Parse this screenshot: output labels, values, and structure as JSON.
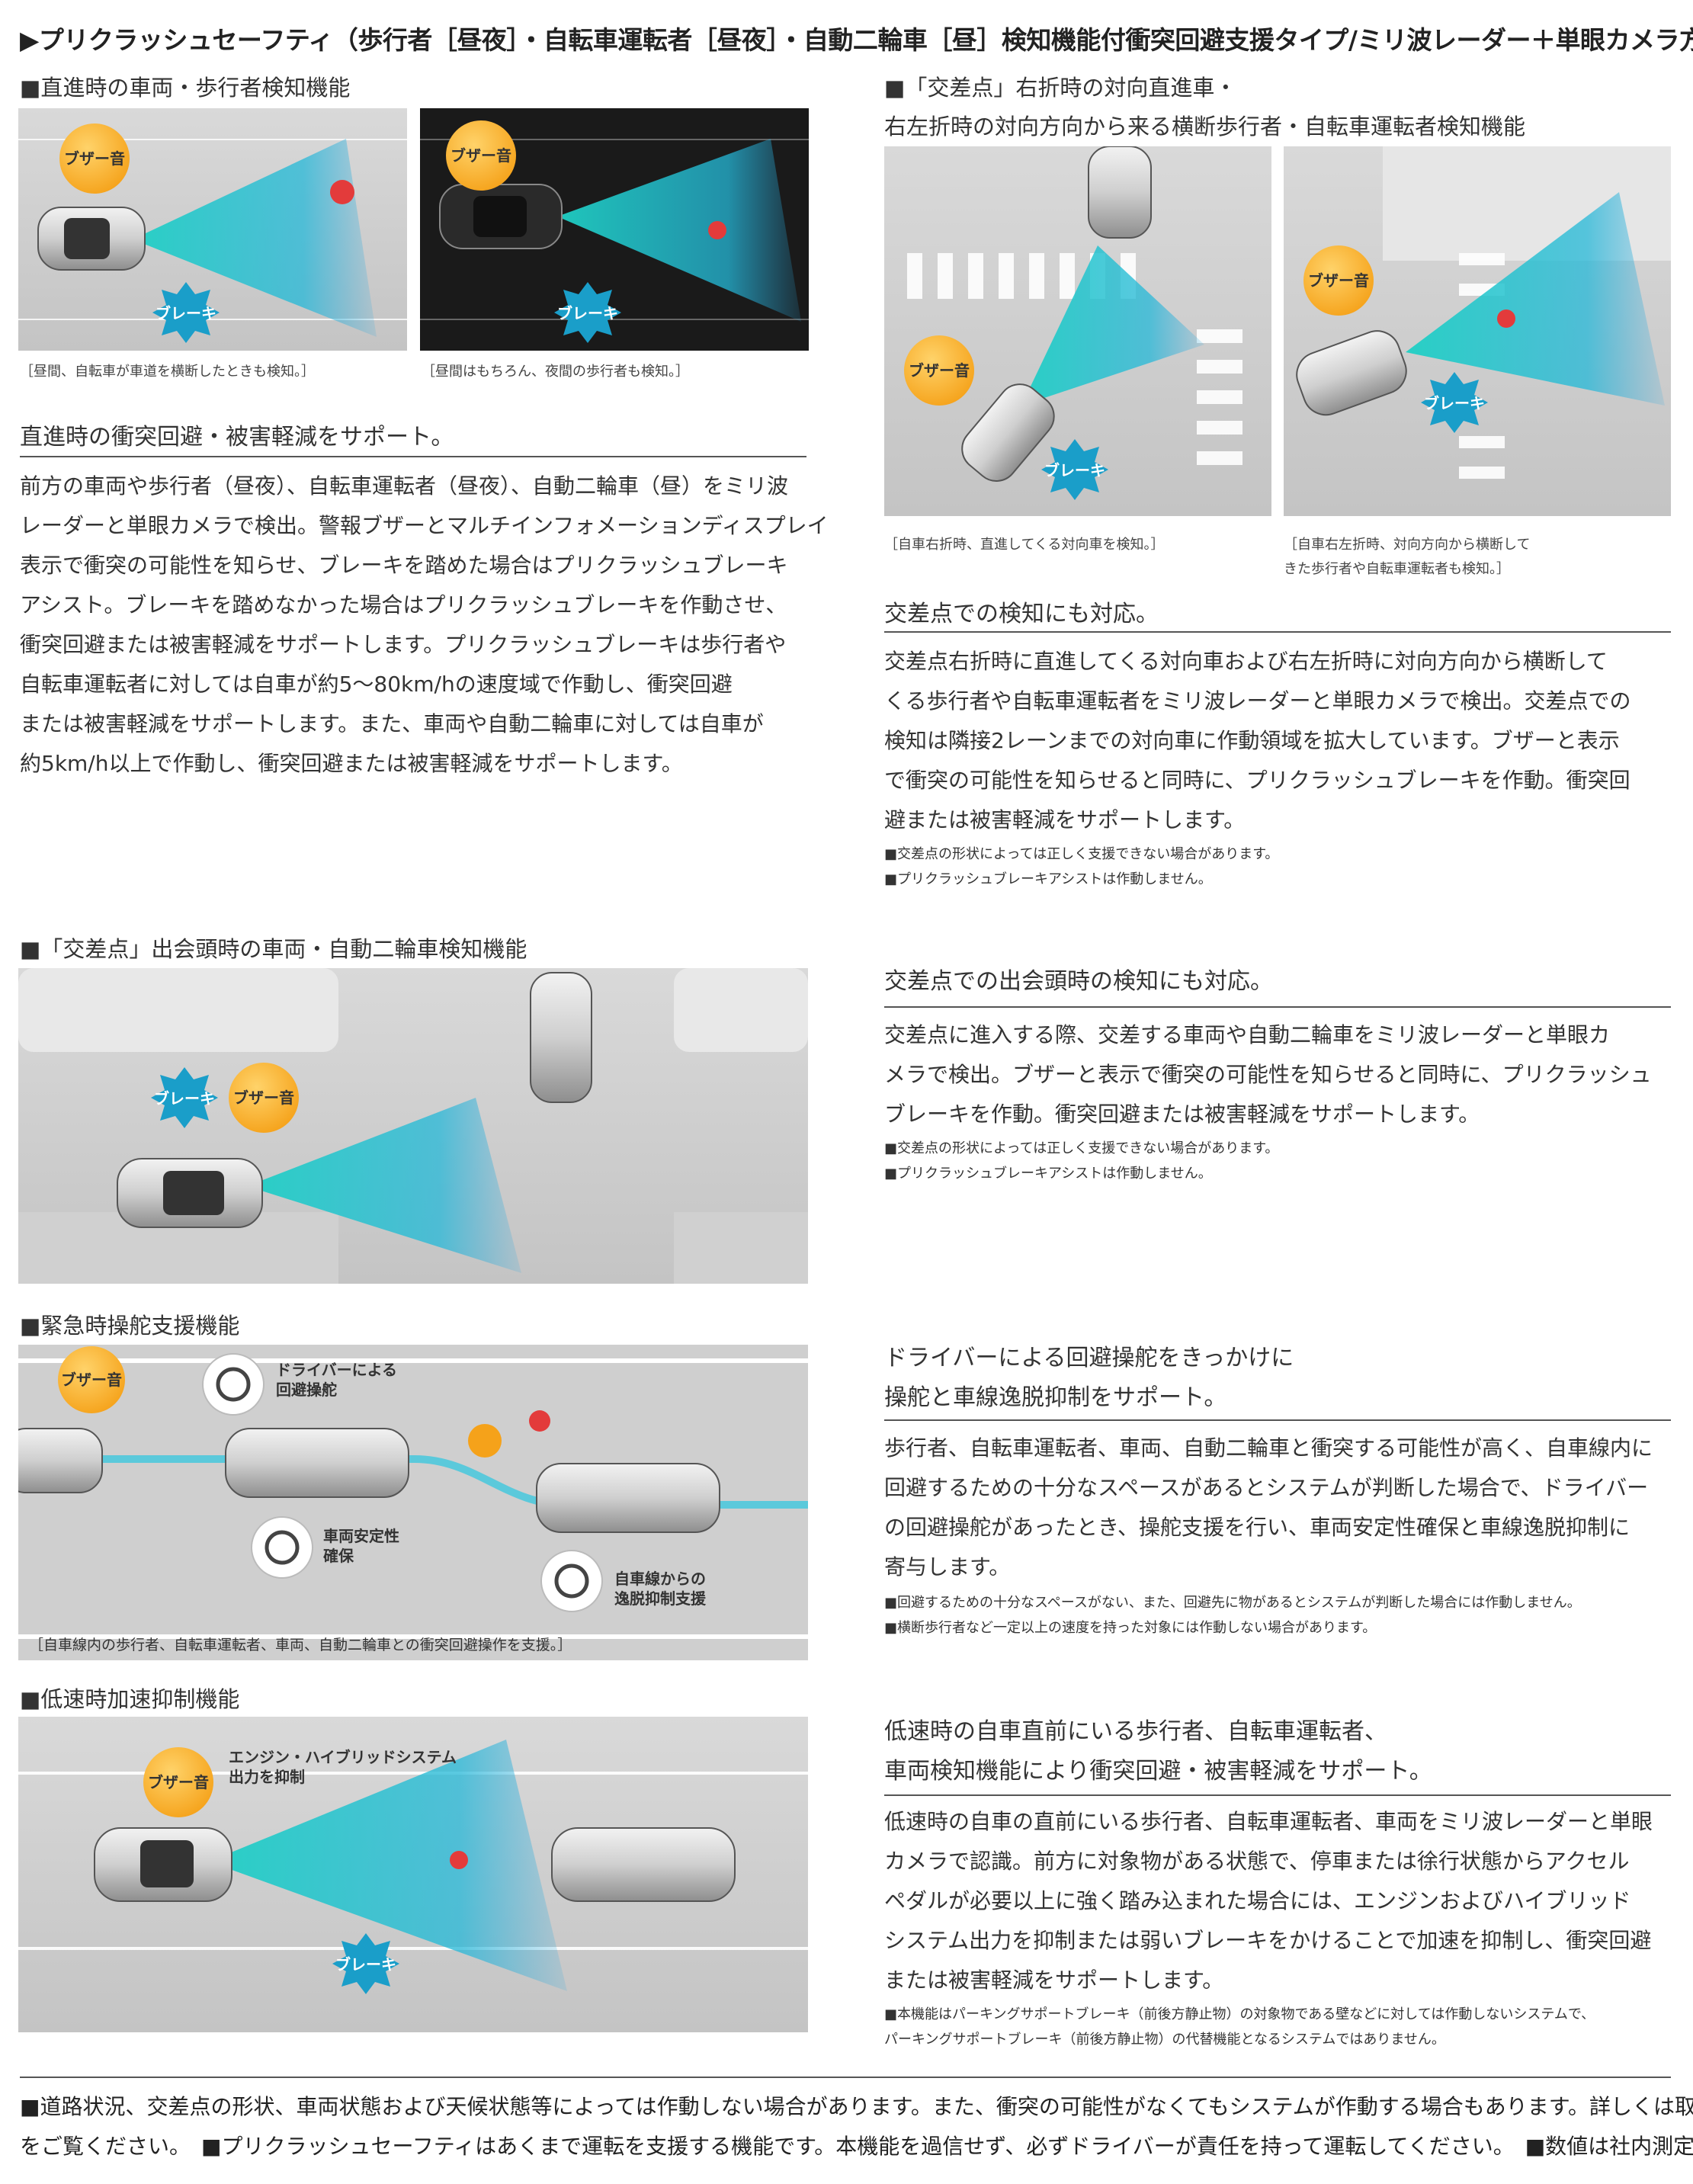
{
  "main_title": "▶プリクラッシュセーフティ（歩行者［昼夜］・自転車運転者［昼夜］・自動二輪車［昼］検知機能付衝突回避支援タイプ/ミリ波レーダー＋単眼カメラ方式）",
  "labels": {
    "buzzer": "ブザー音",
    "brake": "ブレーキ",
    "driver_steer_1": "ドライバーによる",
    "driver_steer_2": "回避操舵",
    "stability_1": "車両安定性",
    "stability_2": "確保",
    "lane_1": "自車線からの",
    "lane_2": "逸脱抑制支援",
    "engine_1": "エンジン・ハイブリッドシステム",
    "engine_2": "出力を抑制"
  },
  "straight": {
    "section_title": "■直進時の車両・歩行者検知機能",
    "caption_1": "［昼間、自転車が車道を横断したときも検知。］",
    "caption_2": "［昼間はもちろん、夜間の歩行者も検知。］",
    "heading": "直進時の衝突回避・被害軽減をサポート。",
    "body": [
      "前方の車両や歩行者（昼夜）、自転車運転者（昼夜）、自動二輪車（昼）をミリ波",
      "レーダーと単眼カメラで検出。警報ブザーとマルチインフォメーションディスプレイ",
      "表示で衝突の可能性を知らせ、ブレーキを踏めた場合はプリクラッシュブレーキ",
      "アシスト。ブレーキを踏めなかった場合はプリクラッシュブレーキを作動させ、",
      "衝突回避または被害軽減をサポートします。プリクラッシュブレーキは歩行者や",
      "自転車運転者に対しては自車が約5〜80km/hの速度域で作動し、衝突回避",
      "または被害軽減をサポートします。また、車両や自動二輪車に対しては自車が",
      "約5km/h以上で作動し、衝突回避または被害軽減をサポートします。"
    ]
  },
  "right_turn": {
    "section_title_1": "■「交差点」右折時の対向直進車・",
    "section_title_2": "右左折時の対向方向から来る横断歩行者・自転車運転者検知機能",
    "caption_1": "［自車右折時、直進してくる対向車を検知。］",
    "caption_2a": "［自車右左折時、対向方向から横断して",
    "caption_2b": "きた歩行者や自転車運転者も検知。］",
    "heading": "交差点での検知にも対応。",
    "body": [
      "交差点右折時に直進してくる対向車および右左折時に対向方向から横断して",
      "くる歩行者や自転車運転者をミリ波レーダーと単眼カメラで検出。交差点での",
      "検知は隣接2レーンまでの対向車に作動領域を拡大しています。ブザーと表示",
      "で衝突の可能性を知らせると同時に、プリクラッシュブレーキを作動。衝突回",
      "避または被害軽減をサポートします。"
    ],
    "notes": [
      "■交差点の形状によっては正しく支援できない場合があります。",
      "■プリクラッシュブレーキアシストは作動しません。"
    ]
  },
  "crossing": {
    "section_title": "■「交差点」出会頭時の車両・自動二輪車検知機能",
    "heading": "交差点での出会頭時の検知にも対応。",
    "body": [
      "交差点に進入する際、交差する車両や自動二輪車をミリ波レーダーと単眼カ",
      "メラで検出。ブザーと表示で衝突の可能性を知らせると同時に、プリクラッシュ",
      "ブレーキを作動。衝突回避または被害軽減をサポートします。"
    ],
    "notes": [
      "■交差点の形状によっては正しく支援できない場合があります。",
      "■プリクラッシュブレーキアシストは作動しません。"
    ]
  },
  "steering": {
    "section_title": "■緊急時操舵支援機能",
    "caption": "［自車線内の歩行者、自転車運転者、車両、自動二輪車との衝突回避操作を支援。］",
    "heading_1": "ドライバーによる回避操舵をきっかけに",
    "heading_2": "操舵と車線逸脱抑制をサポート。",
    "body": [
      "歩行者、自転車運転者、車両、自動二輪車と衝突する可能性が高く、自車線内に",
      "回避するための十分なスペースがあるとシステムが判断した場合で、ドライバー",
      "の回避操舵があったとき、操舵支援を行い、車両安定性確保と車線逸脱抑制に",
      "寄与します。"
    ],
    "notes": [
      "■回避するための十分なスペースがない、また、回避先に物があるとシステムが判断した場合には作動しません。",
      "■横断歩行者など一定以上の速度を持った対象には作動しない場合があります。"
    ]
  },
  "lowspeed": {
    "section_title": "■低速時加速抑制機能",
    "heading_1": "低速時の自車直前にいる歩行者、自転車運転者、",
    "heading_2": "車両検知機能により衝突回避・被害軽減をサポート。",
    "body": [
      "低速時の自車の直前にいる歩行者、自転車運転者、車両をミリ波レーダーと単眼",
      "カメラで認識。前方に対象物がある状態で、停車または徐行状態からアクセル",
      "ペダルが必要以上に強く踏み込まれた場合には、エンジンおよびハイブリッド",
      "システム出力を抑制または弱いブレーキをかけることで加速を抑制し、衝突回避",
      "または被害軽減をサポートします。"
    ],
    "notes": [
      "■本機能はパーキングサポートブレーキ（前後方静止物）の対象物である壁などに対しては作動しないシステムで、",
      "パーキングサポートブレーキ（前後方静止物）の代替機能となるシステムではありません。"
    ]
  },
  "footer": [
    "■道路状況、交差点の形状、車両状態および天候状態等によっては作動しない場合があります。また、衝突の可能性がなくてもシステムが作動する場合もあります。詳しくは取扱書",
    "をご覧ください。　■プリクラッシュセーフティはあくまで運転を支援する機能です。本機能を過信せず、必ずドライバーが責任を持って運転してください。　■数値は社内測定値。"
  ]
}
